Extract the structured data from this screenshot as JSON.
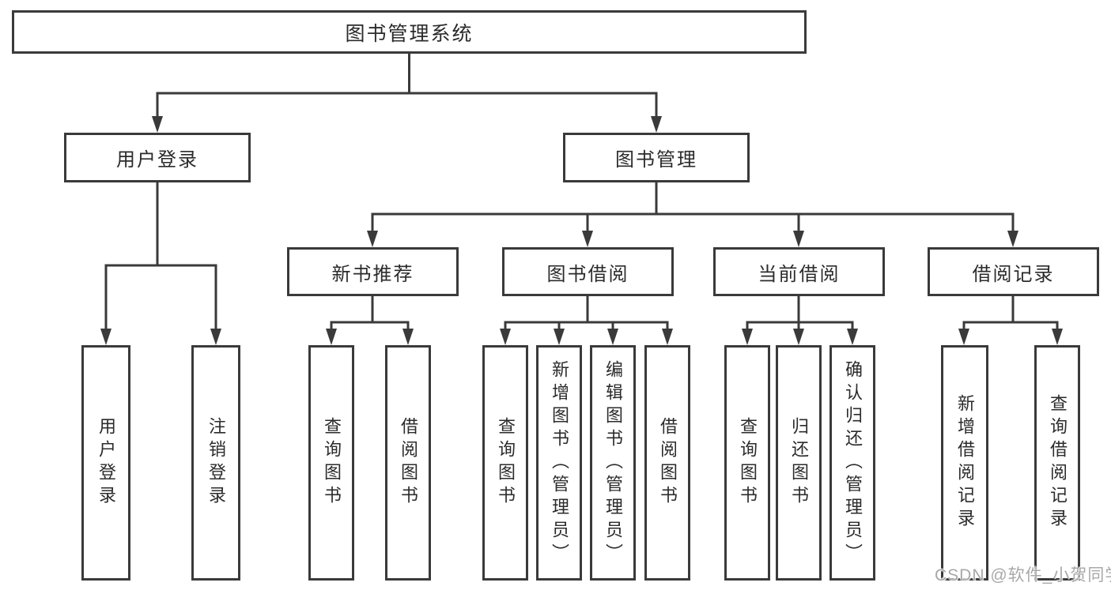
{
  "diagram": {
    "root": {
      "label": "图书管理系统"
    },
    "level2": [
      {
        "label": "用户登录"
      },
      {
        "label": "图书管理"
      }
    ],
    "level3": [
      {
        "label": "新书推荐",
        "parent": "图书管理"
      },
      {
        "label": "图书借阅",
        "parent": "图书管理"
      },
      {
        "label": "当前借阅",
        "parent": "图书管理"
      },
      {
        "label": "借阅记录",
        "parent": "图书管理"
      }
    ],
    "leaves": [
      {
        "label": "用户登录",
        "parent": "用户登录"
      },
      {
        "label": "注销登录",
        "parent": "用户登录"
      },
      {
        "label": "查询图书",
        "parent": "新书推荐"
      },
      {
        "label": "借阅图书",
        "parent": "新书推荐"
      },
      {
        "label": "查询图书",
        "parent": "图书借阅"
      },
      {
        "label": "新增图书（管理员）",
        "parent": "图书借阅"
      },
      {
        "label": "编辑图书（管理员）",
        "parent": "图书借阅"
      },
      {
        "label": "借阅图书",
        "parent": "图书借阅"
      },
      {
        "label": "查询图书",
        "parent": "当前借阅"
      },
      {
        "label": "归还图书",
        "parent": "当前借阅"
      },
      {
        "label": "确认归还（管理员）",
        "parent": "当前借阅"
      },
      {
        "label": "新增借阅记录",
        "parent": "借阅记录"
      },
      {
        "label": "查询借阅记录",
        "parent": "借阅记录"
      }
    ],
    "watermark": "CSDN @软件_小贺同学",
    "colors": {
      "line": "#3a3a3a",
      "box_border": "#3a3a3a",
      "box_fill": "#ffffff",
      "text": "#2b2b2b",
      "watermark": "#a8a8a8",
      "background": "#ffffff"
    }
  }
}
